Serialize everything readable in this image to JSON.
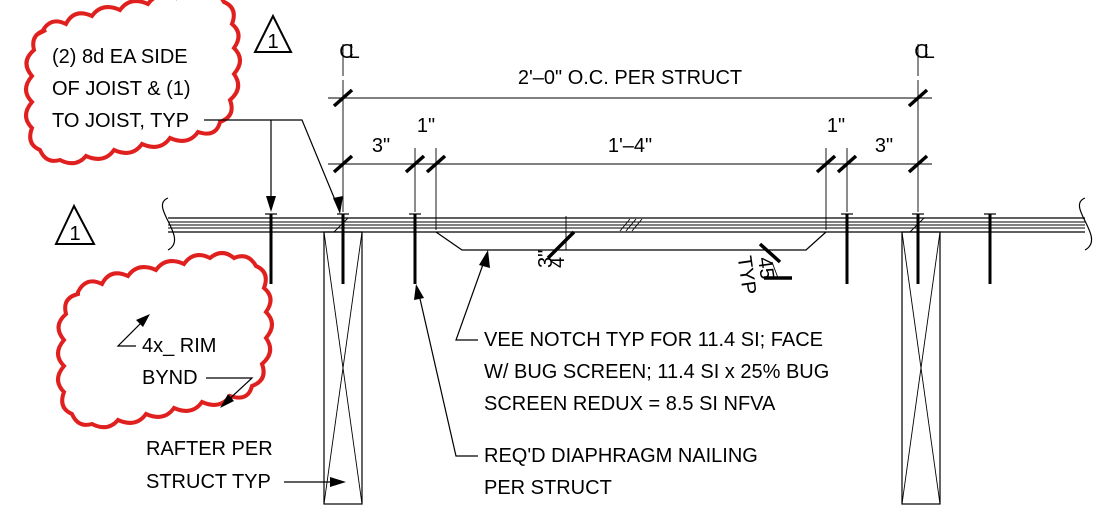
{
  "notes": {
    "nailing_lines": [
      "(2) 8d EA SIDE",
      "OF JOIST & (1)",
      "TO JOIST, TYP"
    ],
    "rim_line1": "4x_ RIM",
    "rim_line2": "BYND",
    "rafter_lines": [
      "RAFTER PER",
      "STRUCT TYP"
    ],
    "vee_notch_lines": [
      "VEE NOTCH TYP FOR 11.4 SI; FACE",
      "W/ BUG SCREEN; 11.4 SI x 25% BUG",
      "SCREEN REDUX = 8.5 SI NFVA"
    ],
    "diaphragm_lines": [
      "REQ'D DIAPHRAGM NAILING",
      "PER STRUCT"
    ]
  },
  "revision": {
    "delta_number": "1"
  },
  "dimensions": {
    "centerline_symbol": "CL",
    "overall": "2'–0\" O.C. PER STRUCT",
    "left_edge": "3\"",
    "left_gap": "1\"",
    "center": "1'–4\"",
    "right_gap": "1\"",
    "right_edge": "3\"",
    "notch_depth_num": "3\"",
    "notch_depth_den": "4",
    "notch_angle": "45",
    "notch_angle_label": "TYP"
  }
}
